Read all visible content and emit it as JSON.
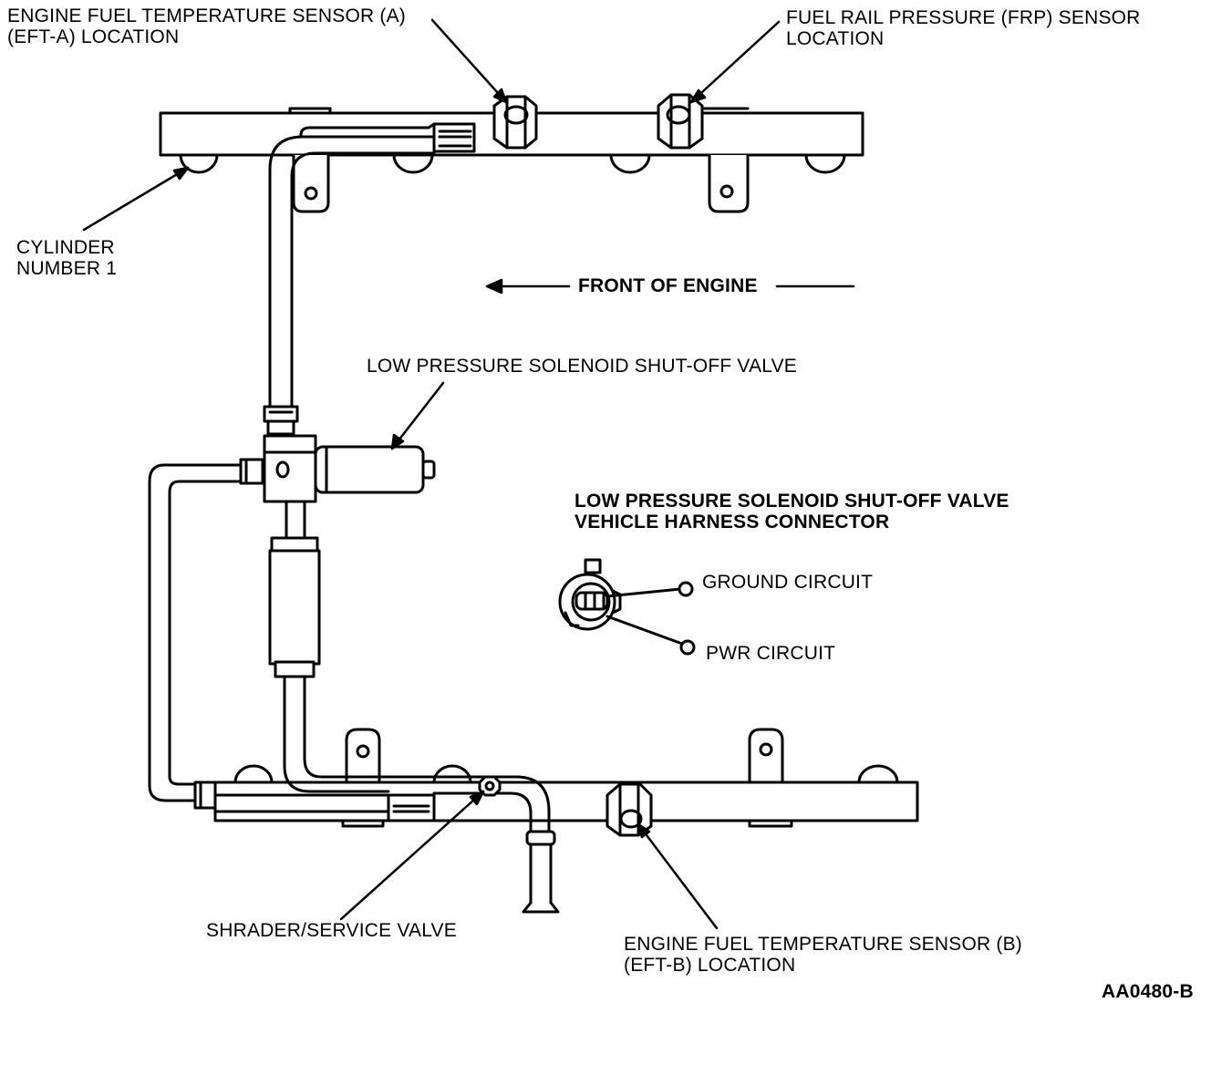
{
  "labels": {
    "eft_a": {
      "line1": "ENGINE FUEL TEMPERATURE SENSOR (A)",
      "line2": "(EFT-A) LOCATION"
    },
    "frp": {
      "line1": "FUEL RAIL PRESSURE (FRP) SENSOR",
      "line2": "LOCATION"
    },
    "cylinder": {
      "line1": "CYLINDER",
      "line2": "NUMBER 1"
    },
    "front": "FRONT OF ENGINE",
    "solenoid": "LOW PRESSURE SOLENOID SHUT-OFF VALVE",
    "connector": {
      "line1": "LOW PRESSURE SOLENOID SHUT-OFF VALVE",
      "line2": "VEHICLE HARNESS CONNECTOR"
    },
    "ground": "GROUND CIRCUIT",
    "pwr": "PWR CIRCUIT",
    "shrader": "SHRADER/SERVICE VALVE",
    "eft_b": {
      "line1": "ENGINE FUEL TEMPERATURE SENSOR (B)",
      "line2": "(EFT-B) LOCATION"
    },
    "figure_id": "AA0480-B"
  }
}
